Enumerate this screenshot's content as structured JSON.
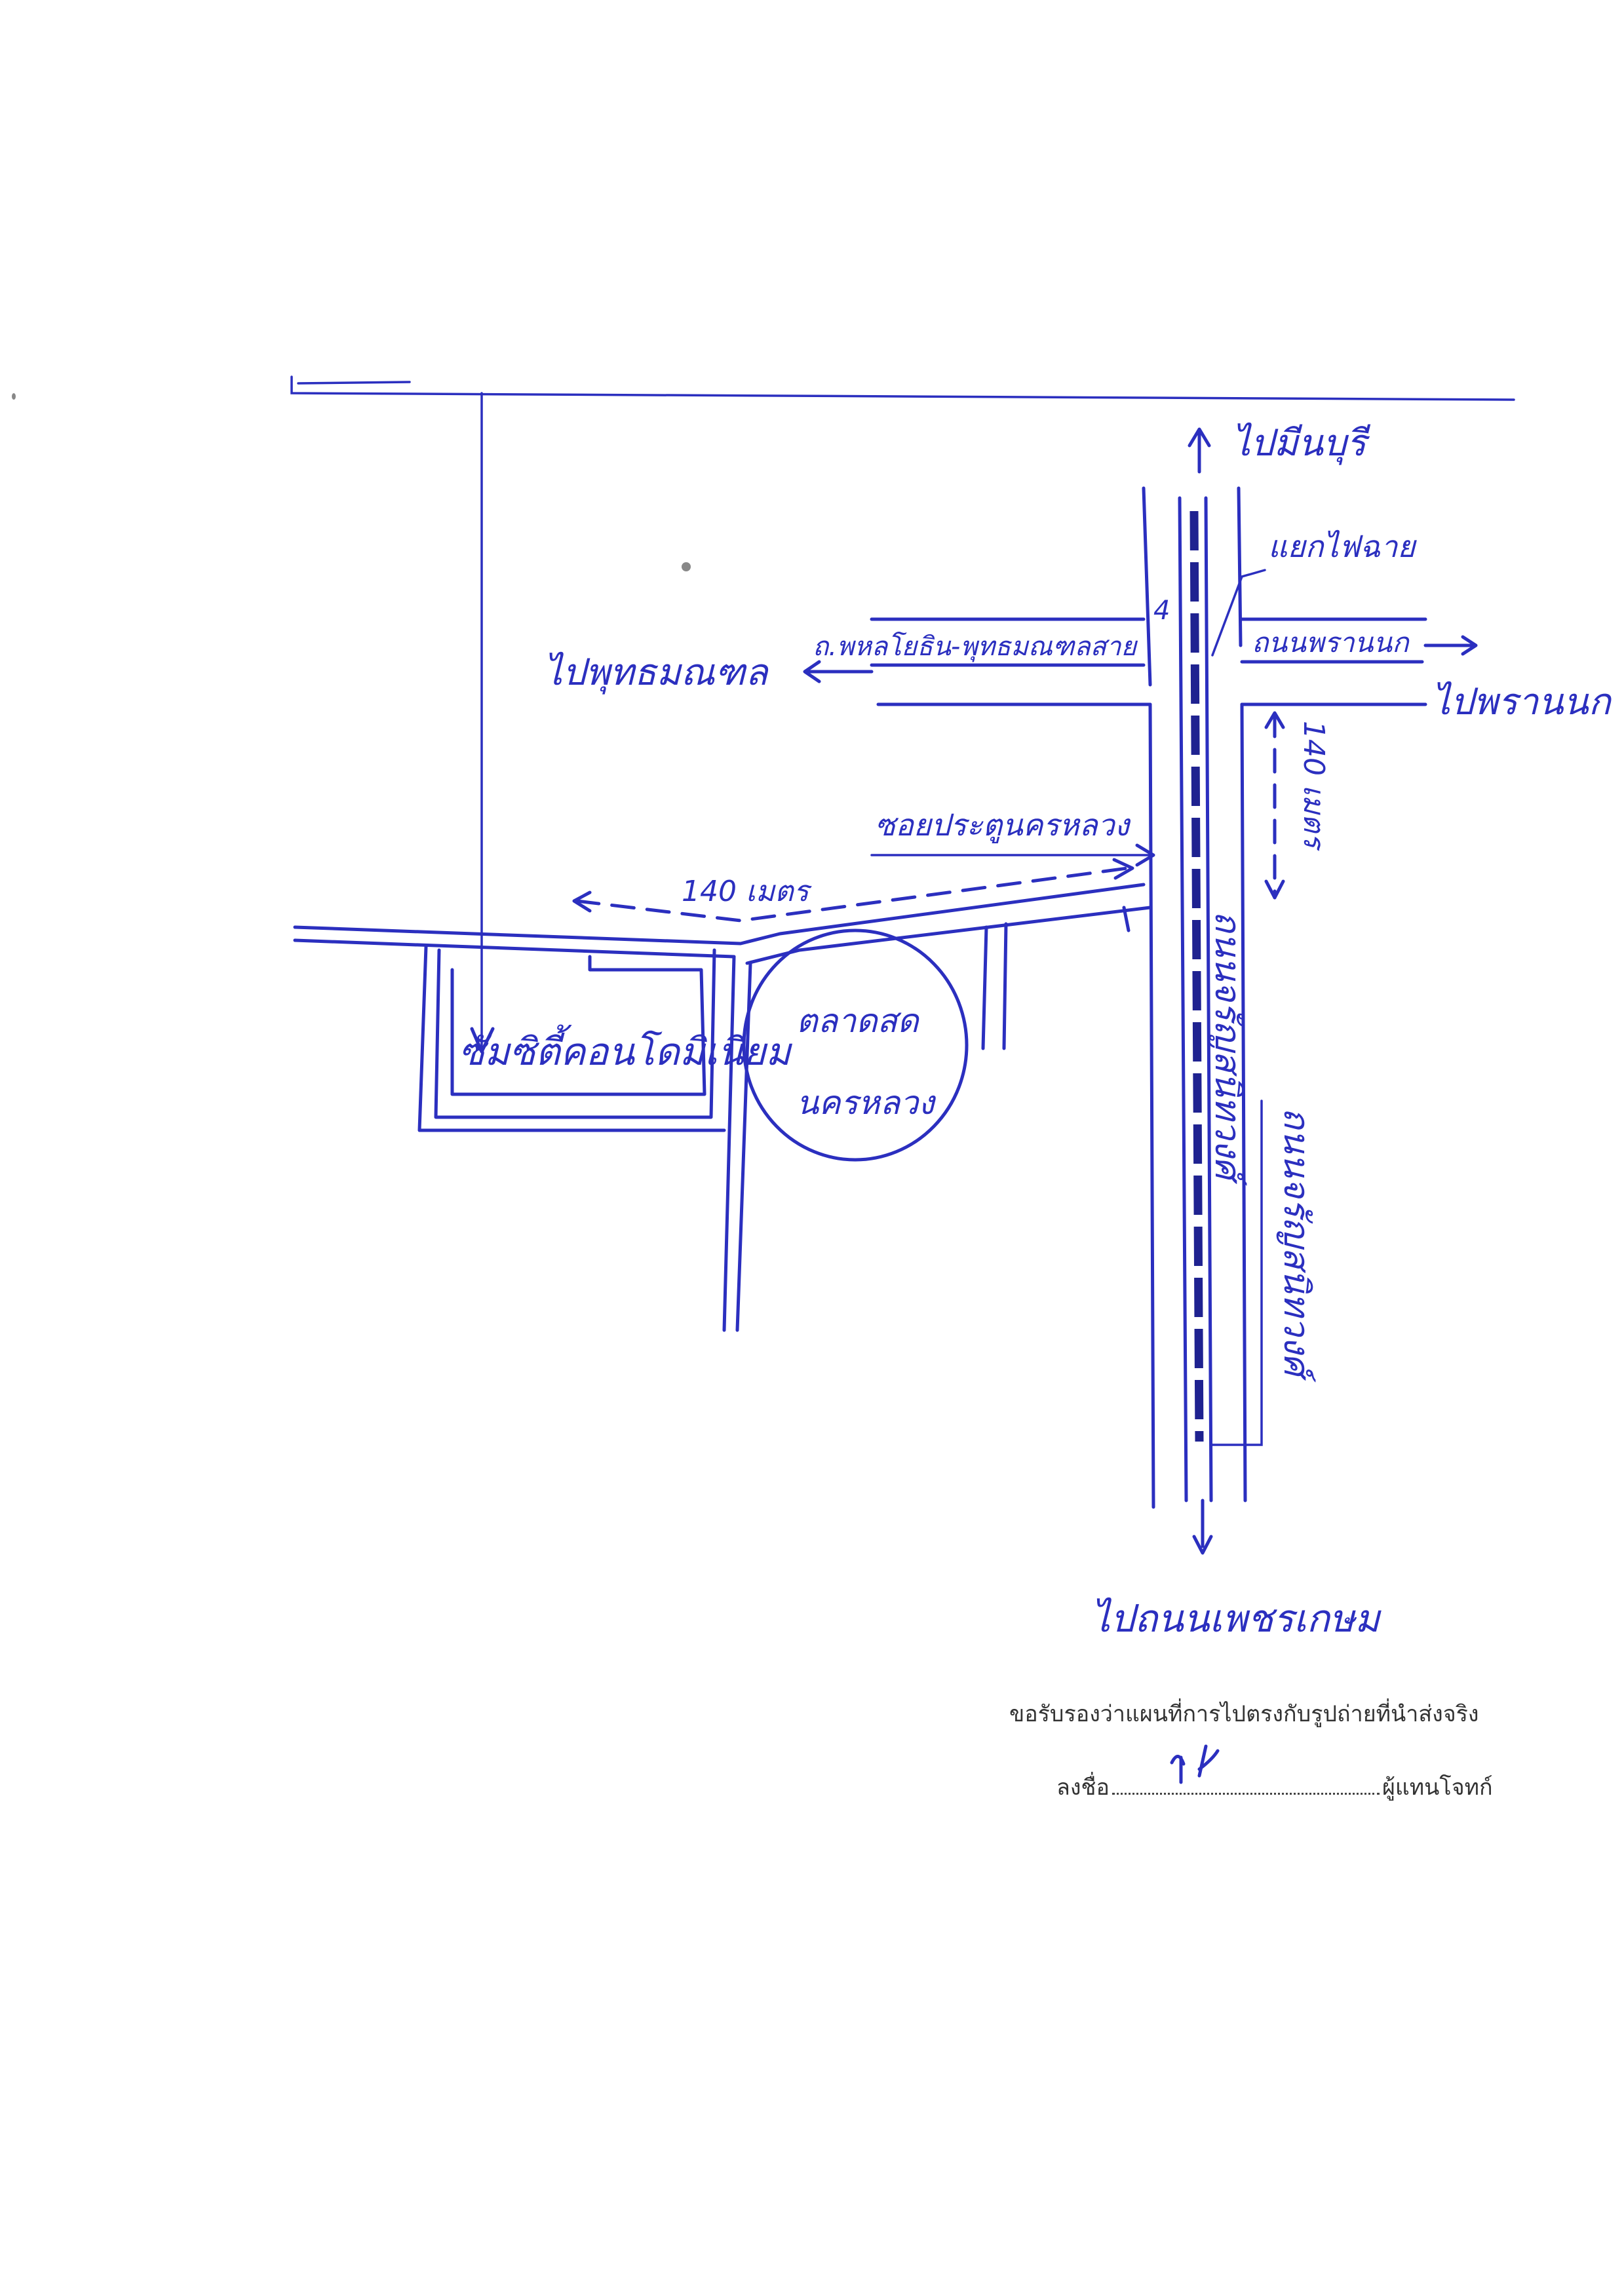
{
  "map": {
    "to_min_buri": "ไปมีนบุรี",
    "fire_junction": "แยกไฟฉาย",
    "km4_marker": "4",
    "phahon_road_label": "ถ.พหลโยธิน-พุทธมณฑลสาย",
    "phran_nok_road": "ถนนพรานนก",
    "to_phran_nok": "ไปพรานนก",
    "to_phutthamonthon": "ไปพุทธมณฑล",
    "distance_1": "140 เมตร",
    "distance_2": "140 เมตร",
    "soi_label": "ซอยประตูนครหลวง",
    "condo_label": "ซัมซิตี้คอนโดมิเนียม",
    "market_line1": "ตลาดสด",
    "market_line2": "นครหลวง",
    "main_road_label": "ถนนจรัญสนิทวงศ์",
    "right_road_label": "ถนนจรัญสนิทวงศ์",
    "to_bangkok": "ไปถนนเพชรเกษม"
  },
  "footer": {
    "certify_text": "ขอรับรองว่าแผนที่การไปตรงกับรูปถ่ายที่นำส่งจริง",
    "sign_prefix": "ลงชื่อ",
    "sign_suffix": "ผู้แทนโจทก์"
  }
}
